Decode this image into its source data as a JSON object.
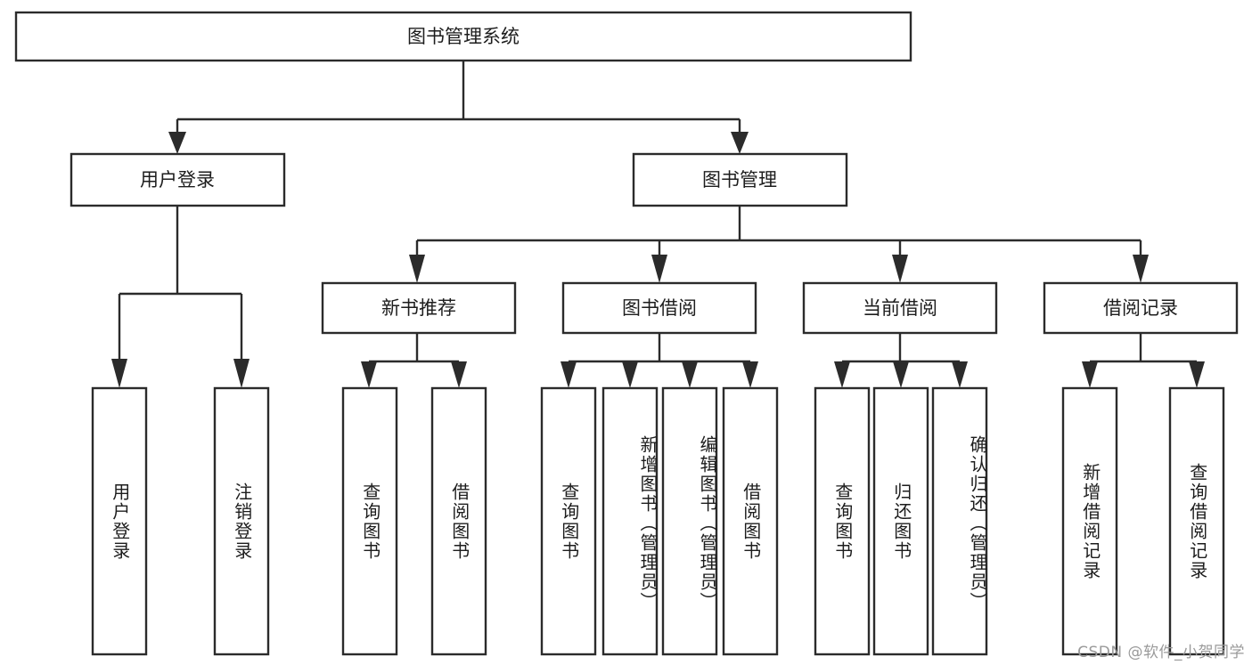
{
  "diagram": {
    "type": "hierarchy-tree",
    "title": "图书管理系统",
    "watermark": "CSDN @软件_小贺同学",
    "root": {
      "id": "root",
      "label": "图书管理系统"
    },
    "level1": [
      {
        "id": "user-login",
        "label": "用户登录"
      },
      {
        "id": "book-manage",
        "label": "图书管理"
      }
    ],
    "level2": [
      {
        "id": "new-book-recommend",
        "label": "新书推荐",
        "parent": "book-manage"
      },
      {
        "id": "book-borrow",
        "label": "图书借阅",
        "parent": "book-manage"
      },
      {
        "id": "current-borrow",
        "label": "当前借阅",
        "parent": "book-manage"
      },
      {
        "id": "borrow-record",
        "label": "借阅记录",
        "parent": "book-manage"
      }
    ],
    "leaves": {
      "user-login": [
        {
          "id": "leaf-user-login",
          "label": "用户登录"
        },
        {
          "id": "leaf-logout",
          "label": "注销登录"
        }
      ],
      "new-book-recommend": [
        {
          "id": "leaf-query-book-1",
          "label": "查询图书"
        },
        {
          "id": "leaf-borrow-book-1",
          "label": "借阅图书"
        }
      ],
      "book-borrow": [
        {
          "id": "leaf-query-book-2",
          "label": "查询图书"
        },
        {
          "id": "leaf-add-book",
          "label": "新增图书（管理员）"
        },
        {
          "id": "leaf-edit-book",
          "label": "编辑图书（管理员）"
        },
        {
          "id": "leaf-borrow-book-2",
          "label": "借阅图书"
        }
      ],
      "current-borrow": [
        {
          "id": "leaf-query-book-3",
          "label": "查询图书"
        },
        {
          "id": "leaf-return-book",
          "label": "归还图书"
        },
        {
          "id": "leaf-confirm-return",
          "label": "确认归还（管理员）"
        }
      ],
      "borrow-record": [
        {
          "id": "leaf-add-record",
          "label": "新增借阅记录"
        },
        {
          "id": "leaf-query-record",
          "label": "查询借阅记录"
        }
      ]
    },
    "colors": {
      "stroke": "#2b2b2b",
      "fill": "#ffffff",
      "text": "#1d1d1d",
      "watermark": "#9a9a9a"
    }
  }
}
